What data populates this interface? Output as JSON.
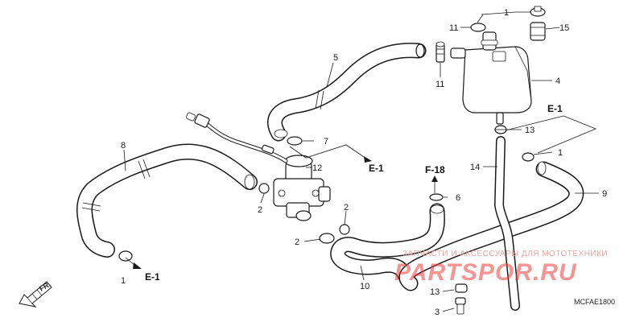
{
  "callouts": {
    "p1a": "1",
    "p1b": "1",
    "p1c": "1",
    "p2a": "2",
    "p2b": "2",
    "p2c": "2",
    "p3": "3",
    "p4": "4",
    "p5": "5",
    "p6": "6",
    "p7": "7",
    "p8": "8",
    "p9": "9",
    "p10": "10",
    "p11a": "11",
    "p11b": "11",
    "p12": "12",
    "p13a": "13",
    "p13b": "13",
    "p14": "14",
    "p15": "15"
  },
  "refs": {
    "e1a": "E-1",
    "e1b": "E-1",
    "e1c": "E-1",
    "f18": "F-18"
  },
  "direction": {
    "fr": "FR."
  },
  "diagram_code": "MCFAE1800",
  "watermark": {
    "tagline": "ЗАПЧАСТИ И АКСЕССУАРЫ ДЛЯ МОТОТЕХНИКИ",
    "brand": "PARTSPOR.RU"
  }
}
